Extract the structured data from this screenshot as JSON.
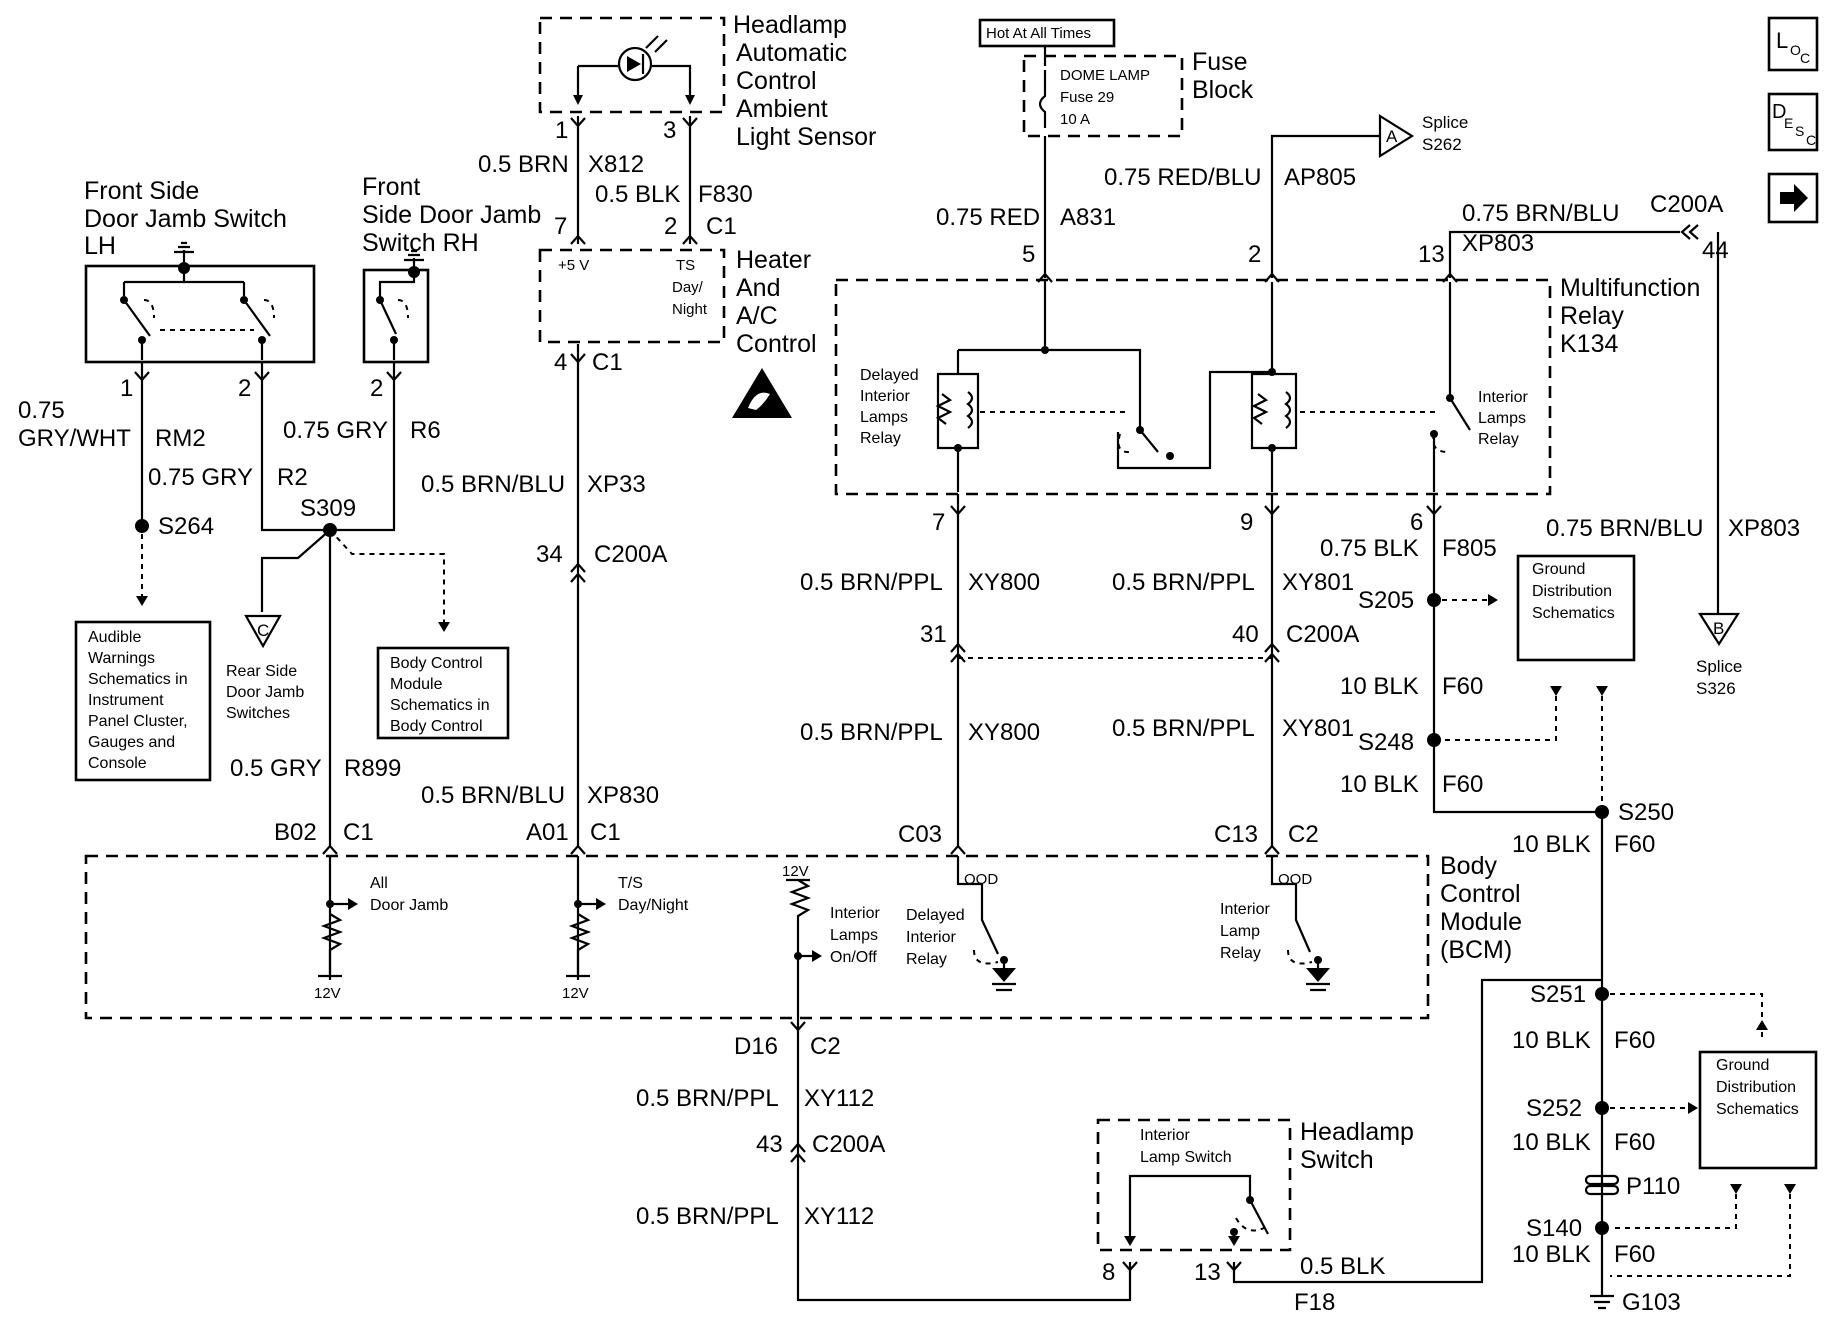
{
  "nav": {
    "loc": {
      "big": "L",
      "small1": "O",
      "small2": "C"
    },
    "desc": {
      "big": "D",
      "small1": "E",
      "small2": "S",
      "small3": "C"
    },
    "next_icon": "right-arrow-icon"
  },
  "components": {
    "sensor": [
      "Headlamp",
      "Automatic",
      "Control",
      "Ambient",
      "Light Sensor"
    ],
    "hvac": [
      "Heater",
      "And",
      "A/C",
      "Control"
    ],
    "hvac_5v": "+5 V",
    "hvac_ts": [
      "TS",
      "Day/",
      "Night"
    ],
    "hot": "Hot At All Times",
    "fuse_block": [
      "Fuse",
      "Block"
    ],
    "fuse": [
      "DOME LAMP",
      "Fuse 29",
      "10 A"
    ],
    "splice_a": {
      "letter": "A",
      "label": [
        "Splice",
        "S262"
      ]
    },
    "splice_b": {
      "letter": "B",
      "label": [
        "Splice",
        "S326"
      ]
    },
    "splice_c": {
      "letter": "C",
      "label": [
        "Rear Side",
        "Door Jamb",
        "Switches"
      ]
    },
    "relay": [
      "Multifunction",
      "Relay",
      "K134"
    ],
    "delayed_relay": [
      "Delayed",
      "Interior",
      "Lamps",
      "Relay"
    ],
    "interior_relay": [
      "Interior",
      "Lamps",
      "Relay"
    ],
    "lh_switch": [
      "Front Side",
      "Door Jamb Switch",
      "LH"
    ],
    "rh_switch": [
      "Front",
      "Side Door Jamb",
      "Switch RH"
    ],
    "audible": [
      "Audible",
      "Warnings",
      "Schematics in",
      "Instrument",
      "Panel Cluster,",
      "Gauges and",
      "Console"
    ],
    "bcm_box": [
      "Body Control",
      "Module",
      "Schematics in",
      "Body Control"
    ],
    "gds1": [
      "Ground",
      "Distribution",
      "Schematics"
    ],
    "gds2": [
      "Ground",
      "Distribution",
      "Schematics"
    ],
    "bcm": [
      "Body",
      "Control",
      "Module",
      "(BCM)"
    ],
    "bcm_all": [
      "All",
      "Door Jamb"
    ],
    "bcm_ts": [
      "T/S",
      "Day/Night"
    ],
    "bcm_12v": "12V",
    "bcm_il": [
      "Interior",
      "Lamps",
      "On/Off"
    ],
    "bcm_dir": [
      "Delayed",
      "Interior",
      "Relay"
    ],
    "bcm_ilr": [
      "Interior",
      "Lamp",
      "Relay"
    ],
    "bcm_ood": "OOD",
    "hl_switch": [
      "Headlamp",
      "Switch"
    ],
    "ils": [
      "Interior",
      "Lamp Switch"
    ]
  },
  "wires": {
    "x812": [
      "0.5 BRN",
      "X812"
    ],
    "f830": [
      "0.5 BLK",
      "F830"
    ],
    "xp33": [
      "0.5 BRN/BLU",
      "XP33"
    ],
    "xp830": [
      "0.5 BRN/BLU",
      "XP830"
    ],
    "rm2": [
      "0.75",
      "GRY/WHT",
      "RM2"
    ],
    "r2": [
      "0.75 GRY",
      "R2"
    ],
    "r6": [
      "0.75 GRY",
      "R6"
    ],
    "r899": [
      "0.5 GRY",
      "R899"
    ],
    "a831": [
      "0.75 RED",
      "A831"
    ],
    "ap805": [
      "0.75 RED/BLU",
      "AP805"
    ],
    "xp803a": [
      "0.75 BRN/BLU",
      "XP803"
    ],
    "xp803b": [
      "0.75 BRN/BLU",
      "XP803"
    ],
    "xy800a": [
      "0.5 BRN/PPL",
      "XY800"
    ],
    "xy800b": [
      "0.5 BRN/PPL",
      "XY800"
    ],
    "xy801a": [
      "0.5 BRN/PPL",
      "XY801"
    ],
    "xy801b": [
      "0.5 BRN/PPL",
      "XY801"
    ],
    "f805": [
      "0.75 BLK",
      "F805"
    ],
    "f60a": [
      "10 BLK",
      "F60"
    ],
    "f60b": [
      "10 BLK",
      "F60"
    ],
    "f60c": [
      "10 BLK",
      "F60"
    ],
    "f60d": [
      "10 BLK",
      "F60"
    ],
    "f60e": [
      "10 BLK",
      "F60"
    ],
    "f60f": [
      "10 BLK",
      "F60"
    ],
    "xy112a": [
      "0.5 BRN/PPL",
      "XY112"
    ],
    "xy112b": [
      "0.5 BRN/PPL",
      "XY112"
    ],
    "f18": [
      "0.5 BLK",
      "F18"
    ]
  },
  "pins": {
    "s1": "1",
    "s3": "3",
    "h7": "7",
    "h2": "2",
    "hc1": "C1",
    "h4": "4",
    "h4c": "C1",
    "p34": "34",
    "p34c": "C200A",
    "a01": "A01",
    "a01c": "C1",
    "b02": "B02",
    "b02c": "C1",
    "lh1": "1",
    "lh2": "2",
    "rh2": "2",
    "k5": "5",
    "k2": "2",
    "k13": "13",
    "k44": "44",
    "k44c": "C200A",
    "k7": "7",
    "k9": "9",
    "k6": "6",
    "p31": "31",
    "p40": "40",
    "p40c": "C200A",
    "c03": "C03",
    "c13": "C13",
    "c13c": "C2",
    "d16": "D16",
    "d16c": "C2",
    "p43": "43",
    "p43c": "C200A",
    "hs8": "8",
    "hs13": "13"
  },
  "splices": {
    "s264": "S264",
    "s309": "S309",
    "s205": "S205",
    "s248": "S248",
    "s250": "S250",
    "s251": "S251",
    "s252": "S252",
    "p110": "P110",
    "s140": "S140",
    "g103": "G103"
  },
  "icons": {
    "esd": "esd-warning-icon",
    "photodiode": "photodiode-icon",
    "ground": "ground-icon"
  }
}
